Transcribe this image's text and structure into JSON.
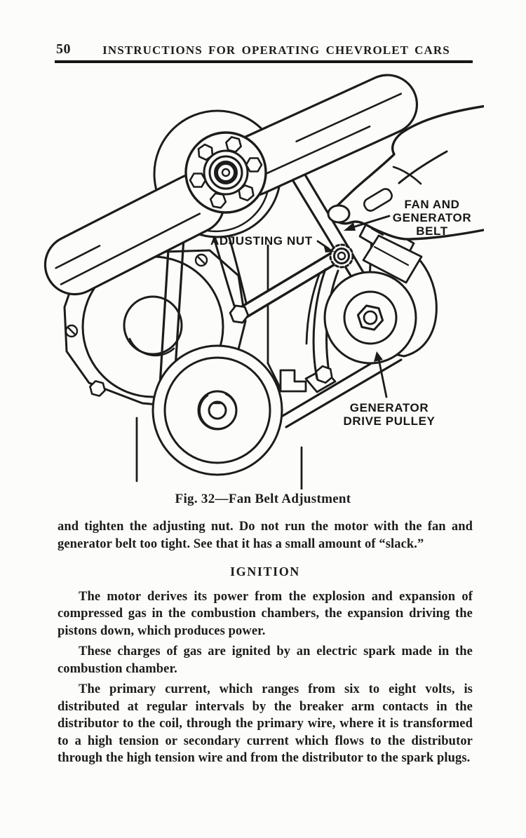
{
  "page": {
    "number": "50",
    "header_title": "INSTRUCTIONS FOR OPERATING CHEVROLET CARS"
  },
  "figure": {
    "caption": "Fig. 32—Fan Belt Adjustment",
    "labels": {
      "adjusting_nut": "ADJUSTING NUT",
      "fan_and_generator_belt": "FAN AND GENERATOR BELT",
      "generator_drive_pulley": "GENERATOR DRIVE PULLEY"
    }
  },
  "content": {
    "paragraph_continuation": "and tighten the adjusting nut.  Do not run the motor with the fan and generator belt too tight.  See that it has a small amount of “slack.”",
    "section_heading": "IGNITION",
    "paragraph_ignition_1": "The motor derives its power from the explosion and expansion of compressed gas in the combustion chambers, the expansion driving the pistons down, which produces power.",
    "paragraph_ignition_2": "These charges of gas are ignited by an electric spark made in the combustion chamber.",
    "paragraph_ignition_3": "The primary current, which ranges from six to eight volts, is distributed at regular intervals by the breaker arm contacts in the distributor to the coil, through the primary wire, where it is transformed to a high tension or secondary current which flows to the distributor through the high tension wire and from the distributor to the spark plugs."
  },
  "colors": {
    "ink": "#1c1c1c",
    "paper": "#fcfcfa"
  }
}
